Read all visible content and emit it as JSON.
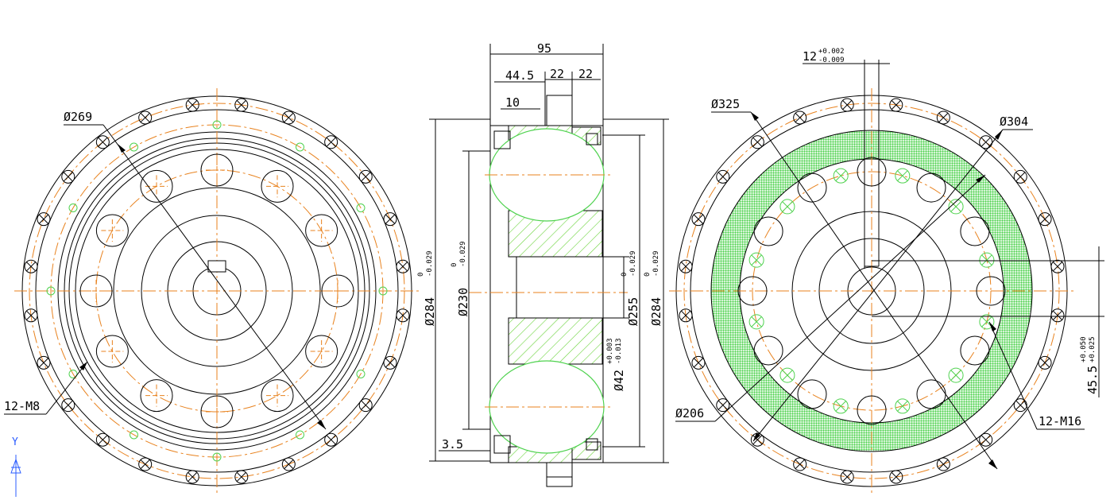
{
  "colors": {
    "outline": "#000000",
    "centerline": "#e8821e",
    "hatch": "#6bd33c",
    "highlight": "#4fd24f",
    "axis": "#2b5cff"
  },
  "left_view": {
    "labels": {
      "dia_269": "Ø269",
      "thread_m8": "12-M8",
      "dia_284": "Ø284",
      "dia_284_tol_upper": "0",
      "dia_284_tol_lower": "-0.029"
    }
  },
  "section_view": {
    "labels": {
      "width_95": "95",
      "width_44_5": "44.5",
      "width_22a": "22",
      "width_22b": "22",
      "width_10": "10",
      "offset_3_5": "3.5",
      "dia_230": "Ø230",
      "dia_230_tol_upper": "0",
      "dia_230_tol_lower": "-0.029",
      "dia_42": "Ø42",
      "dia_42_tol_upper": "+0.003",
      "dia_42_tol_lower": "-0.013",
      "dia_255": "Ø255",
      "dia_255_tol_upper": "0",
      "dia_255_tol_lower": "-0.029",
      "dia_284": "Ø284",
      "dia_284_tol_upper": "0",
      "dia_284_tol_lower": "-0.029"
    }
  },
  "right_view": {
    "labels": {
      "keyway": "12",
      "keyway_tol_upper": "+0.002",
      "keyway_tol_lower": "-0.009",
      "dia_325": "Ø325",
      "dia_304": "Ø304",
      "dia_206": "Ø206",
      "thread_m16": "12-M16",
      "height": "45.5",
      "height_tol_upper": "+0.050",
      "height_tol_lower": "+0.025"
    }
  },
  "ucs_icon": {
    "axis_label": "Y"
  }
}
